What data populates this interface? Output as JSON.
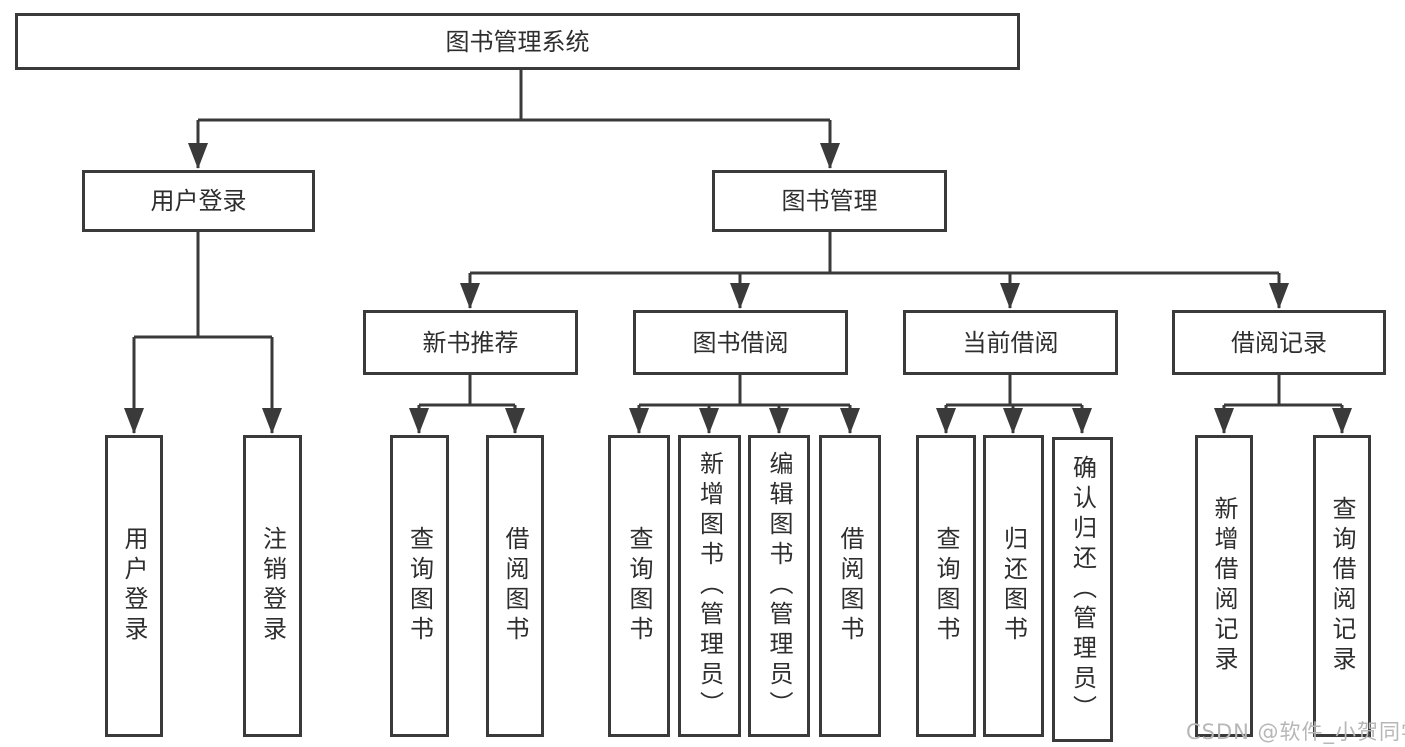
{
  "tree": {
    "root": {
      "label": "图书管理系统"
    },
    "children": [
      {
        "label": "用户登录",
        "children": [
          {
            "label": "用户登录"
          },
          {
            "label": "注销登录"
          }
        ]
      },
      {
        "label": "图书管理",
        "children": [
          {
            "label": "新书推荐",
            "children": [
              {
                "label": "查询图书"
              },
              {
                "label": "借阅图书"
              }
            ]
          },
          {
            "label": "图书借阅",
            "children": [
              {
                "label": "查询图书"
              },
              {
                "label": "新增图书（管理员）"
              },
              {
                "label": "编辑图书（管理员）"
              },
              {
                "label": "借阅图书"
              }
            ]
          },
          {
            "label": "当前借阅",
            "children": [
              {
                "label": "查询图书"
              },
              {
                "label": "归还图书"
              },
              {
                "label": "确认归还（管理员）"
              }
            ]
          },
          {
            "label": "借阅记录",
            "children": [
              {
                "label": "新增借阅记录"
              },
              {
                "label": "查询借阅记录"
              }
            ]
          }
        ]
      }
    ]
  },
  "watermark": "CSDN @软件_小贺同学",
  "colors": {
    "line": "#3a3a3a",
    "text": "#2e2e2e",
    "watermark": "#b7b7b7",
    "background": "#ffffff"
  }
}
